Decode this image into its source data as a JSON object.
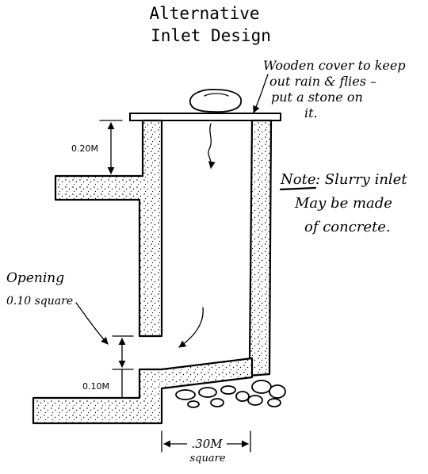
{
  "title": {
    "line1": "Alternative",
    "line2": "Inlet Design"
  },
  "notes": {
    "cover_line1": "Wooden cover to keep",
    "cover_line2": "out rain & flies –",
    "cover_line3": "put a stone on",
    "cover_line4": "it.",
    "note_label": "Note",
    "note_line1": ": Slurry inlet",
    "note_line2": "May be made",
    "note_line3": "of concrete.",
    "opening_line1": "Opening",
    "opening_line2": "0.10 square"
  },
  "dimensions": {
    "upper_height": "0.20M",
    "lower_height": "0.10M",
    "width_value": ".30M",
    "width_unit": "square"
  },
  "icons": [
    "stone-icon",
    "arrow-down-icon",
    "arrow-down-left-icon",
    "dimension-arrow-icon"
  ],
  "colors": {
    "ink": "#000000",
    "paper": "#ffffff"
  }
}
